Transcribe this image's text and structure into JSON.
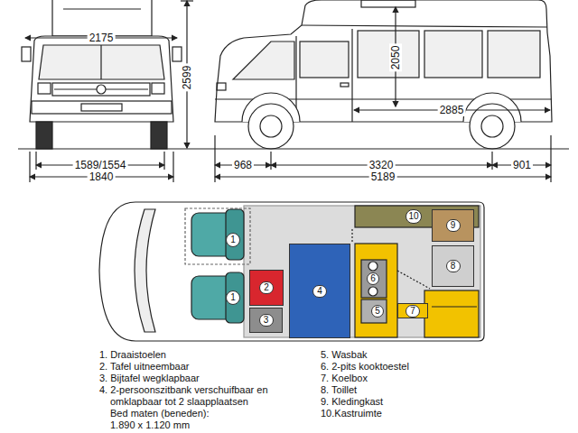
{
  "diagram": {
    "nodes": [
      {
        "text": [
          "1"
        ]
      },
      {
        "text": [
          "10"
        ]
      },
      {
        "text": [
          "9"
        ]
      },
      {
        "text": [
          "6"
        ]
      },
      {
        "text": [
          "8"
        ]
      },
      {
        "text": [
          "2"
        ]
      },
      {
        "text": [
          "4"
        ]
      },
      {
        "text": [
          "1"
        ]
      },
      {
        "text": [
          "7"
        ]
      },
      {
        "text": [
          "5"
        ]
      },
      {
        "text": [
          "3"
        ]
      }
    ],
    "labels": [
      "2175",
      "2599",
      "2050",
      "2885",
      "1589/1554",
      "968",
      "3320",
      "901",
      "1840",
      "5189",
      "1. Draaistoelen",
      "2. Tafel uitneembaar",
      "3. Bijtafel wegklapbaar",
      "4. 2-persoonszitbank verschuifbaar en omklapbaar tot 2 slaapplaatsen",
      "Bed maten (beneden):",
      "1.890 x 1.120 mm",
      "5. Wasbak",
      "6. 2-pits kooktoestel",
      "7. Koelbox",
      "8. Toillet",
      "9. Kledingkast",
      "10.Kastruimte"
    ]
  }
}
